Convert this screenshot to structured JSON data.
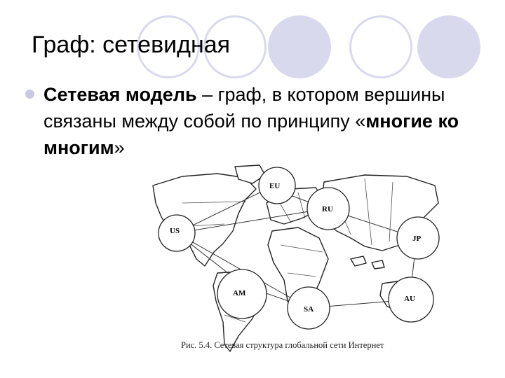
{
  "slide": {
    "title": "Граф: сетевидная",
    "bullet": {
      "term": "Сетевая модель",
      "text_before": " – граф, в котором вершины  связаны между собой по принципу «",
      "emphasis": "многие ко многим",
      "text_after": "»"
    }
  },
  "figure": {
    "caption": "Рис. 5.4. Сетевая структура глобальной сети Интернет",
    "nodes": [
      {
        "id": "eu",
        "label": "EU"
      },
      {
        "id": "ru",
        "label": "RU"
      },
      {
        "id": "us",
        "label": "US"
      },
      {
        "id": "jp",
        "label": "JP"
      },
      {
        "id": "am",
        "label": "AM"
      },
      {
        "id": "sa",
        "label": "SA"
      },
      {
        "id": "au",
        "label": "AU"
      }
    ]
  },
  "colors": {
    "accent": "#d9d9ee",
    "bullet": "#c9c9e4",
    "text": "#000000"
  }
}
